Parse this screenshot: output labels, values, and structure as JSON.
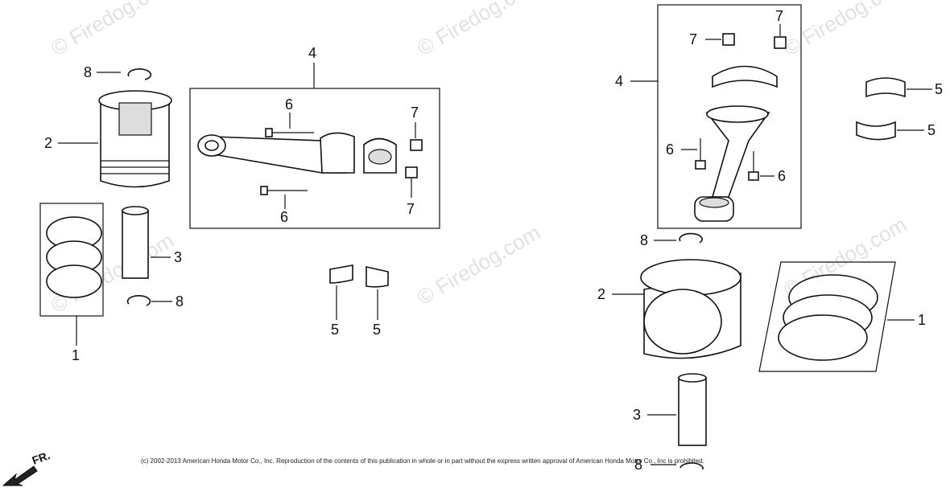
{
  "watermarks": [
    "© Firedog.com",
    "© Firedog.com",
    "© Firedog.com",
    "© Firedog.com",
    "© Firedog.com",
    "© Firedog.com"
  ],
  "callouts": {
    "left": {
      "ring_clip_top": "8",
      "piston": "2",
      "ring_set": "1",
      "pin": "3",
      "ring_clip_bottom": "8",
      "rod_assembly": "4",
      "bolt_top": "6",
      "bolt_bottom": "6",
      "nut_top": "7",
      "nut_bottom": "7",
      "bearing_left": "5",
      "bearing_right": "5"
    },
    "right": {
      "rod_assembly": "4",
      "nut_left": "7",
      "nut_right": "7",
      "bearing_top": "5",
      "bearing_bottom": "5",
      "bolt_left": "6",
      "bolt_right": "6",
      "ring_clip_top": "8",
      "piston": "2",
      "ring_set": "1",
      "pin": "3",
      "ring_clip_bottom": "8"
    }
  },
  "direction_label": "FR.",
  "copyright": "(c) 2002-2013 American Honda Motor Co., Inc. Reproduction of the contents of this publication in whole or in part without the express written approval of American Honda Motor Co., Inc is prohibited."
}
